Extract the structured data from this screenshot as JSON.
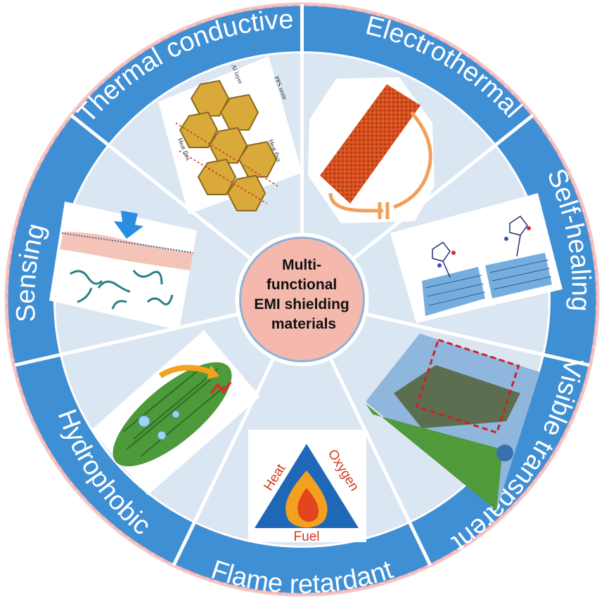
{
  "center": {
    "lines": [
      "Multi-",
      "functional",
      "EMI shielding",
      "materials"
    ]
  },
  "segments": [
    {
      "label": "Electrothermal"
    },
    {
      "label": "Self-healing"
    },
    {
      "label": "Visible transparent"
    },
    {
      "label": "Flame retardant"
    },
    {
      "label": "Hydrophobic"
    },
    {
      "label": "Sensing"
    },
    {
      "label": "Thermal conductive"
    }
  ],
  "thermal_figure": {
    "top_a": "Al layer",
    "top_b": "PPS resin",
    "left": "Heat flux",
    "right": "Heat flux"
  },
  "fire_triangle": {
    "heat": "Heat",
    "oxygen": "Oxygen",
    "fuel": "Fuel"
  },
  "colors": {
    "ring": "#3d8fd6",
    "wedge": "#dbe6f3",
    "center": "#f4b8ad",
    "border": "#f1b4b4"
  }
}
